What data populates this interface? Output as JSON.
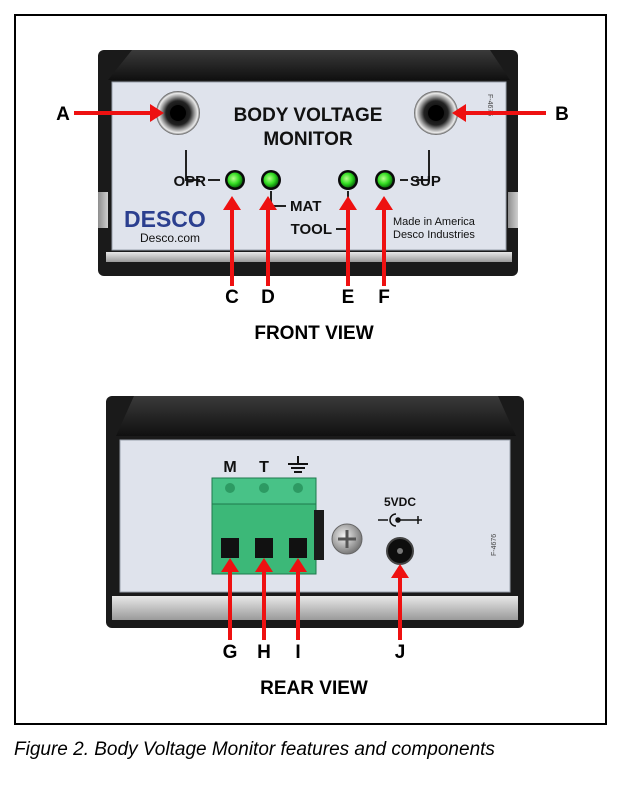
{
  "front": {
    "panel_title_line1": "BODY VOLTAGE",
    "panel_title_line2": "MONITOR",
    "brand": "DESCO",
    "brand_url": "Desco.com",
    "made_in_line1": "Made in America",
    "made_in_line2": "Desco Industries",
    "label_opr": "OPR",
    "label_sup": "SUP",
    "label_mat": "MAT",
    "label_tool": "TOOL",
    "part_number": "F-4675",
    "view_label": "FRONT VIEW"
  },
  "rear": {
    "label_m": "M",
    "label_t": "T",
    "label_power": "5VDC",
    "part_number": "F-4676",
    "view_label": "REAR VIEW"
  },
  "callouts": {
    "a": "A",
    "b": "B",
    "c": "C",
    "d": "D",
    "e": "E",
    "f": "F",
    "g": "G",
    "h": "H",
    "i": "I",
    "j": "J"
  },
  "caption": "Figure 2. Body Voltage Monitor features and components",
  "colors": {
    "arrow": "#ee1111",
    "led": "#33dd22",
    "panel": "#dfe3ec",
    "terminal": "#3cb878",
    "brand": "#2b3f8f"
  }
}
